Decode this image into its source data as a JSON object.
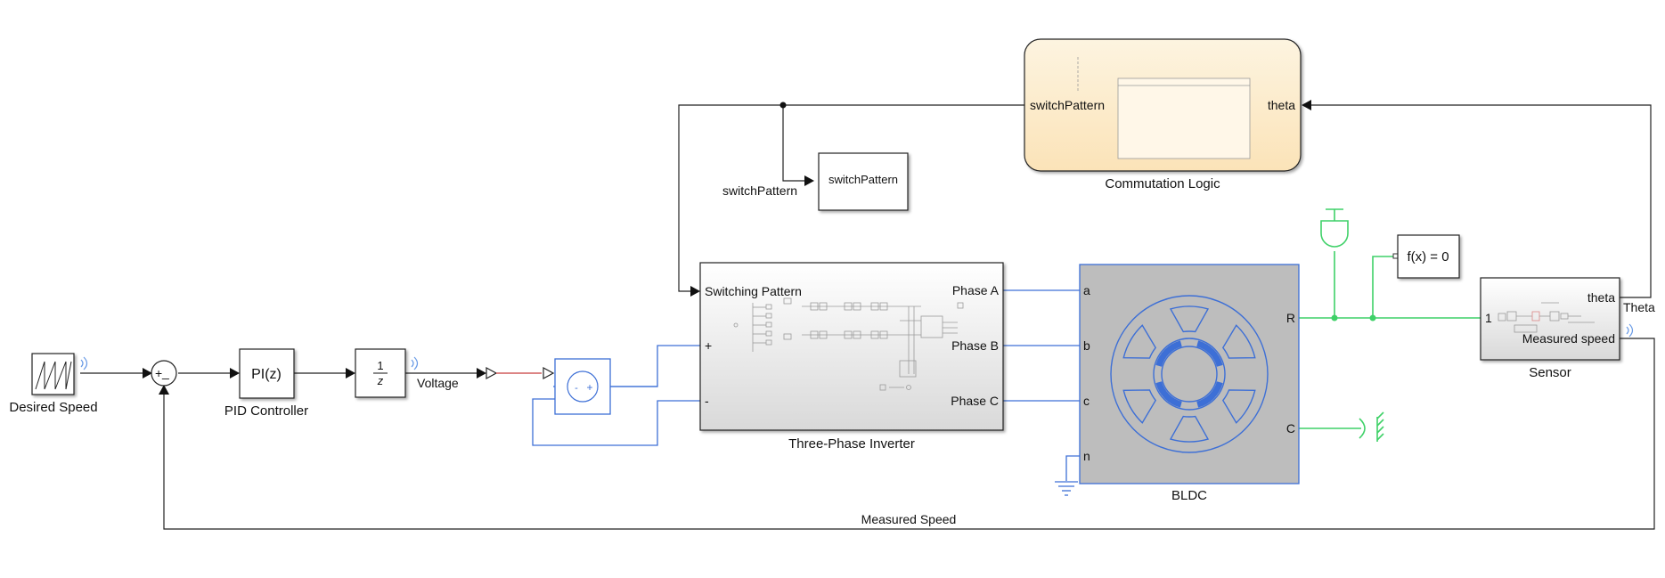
{
  "blocks": {
    "desired_speed": {
      "label": "Desired Speed"
    },
    "sum": {
      "plus": "+",
      "minus": "_"
    },
    "pid": {
      "content": "PI(z)",
      "label": "PID Controller"
    },
    "unit_delay": {
      "numerator": "1",
      "denominator": "z"
    },
    "dc_source": {
      "plus": "+",
      "minus": "-"
    },
    "inverter": {
      "label": "Three-Phase Inverter",
      "port_in": "Switching Pattern",
      "port_plus": "+",
      "port_minus": "-",
      "phase_a": "Phase A",
      "phase_b": "Phase B",
      "phase_c": "Phase C"
    },
    "bldc": {
      "label": "BLDC",
      "port_a": "a",
      "port_b": "b",
      "port_c": "c",
      "port_n": "n",
      "port_r": "R",
      "port_c_out": "C"
    },
    "commutation": {
      "label": "Commutation Logic",
      "in": "theta",
      "out": "switchPattern"
    },
    "scope_block": {
      "content": "switchPattern"
    },
    "solver": {
      "content": "f(x) = 0"
    },
    "sensor": {
      "label": "Sensor",
      "in": "1",
      "out_theta": "theta",
      "out_speed": "Measured speed"
    }
  },
  "signals": {
    "voltage": "Voltage",
    "switch_pattern": "switchPattern",
    "measured_speed": "Measured Speed",
    "theta": "Theta"
  },
  "colors": {
    "signal": "#222222",
    "electrical": "#3d6fd6",
    "mechanical": "#3fd168",
    "block_border": "#222222",
    "chart_fill": "#fdf0d5",
    "bldc_fill": "#bdbdbd",
    "ac_red": "#c83c3c"
  }
}
